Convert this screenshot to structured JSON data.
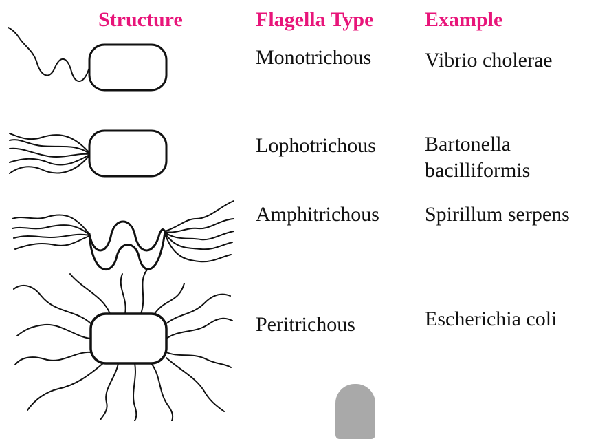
{
  "headers": {
    "structure": "Structure",
    "flagella_type": "Flagella Type",
    "example": "Example"
  },
  "rows": [
    {
      "type": "Monotrichous",
      "example": [
        "Vibrio cholerae"
      ]
    },
    {
      "type": "Lophotrichous",
      "example": [
        "Bartonella",
        "bacilliformis"
      ]
    },
    {
      "type": "Amphitrichous",
      "example": [
        "Spirillum serpens"
      ]
    },
    {
      "type": "Peritrichous",
      "example": [
        "Escherichia coli"
      ]
    }
  ],
  "colors": {
    "header": "#e8157a",
    "text": "#111111"
  },
  "icons": [
    "monotrichous-cell-icon",
    "lophotrichous-cell-icon",
    "amphitrichous-cell-icon",
    "peritrichous-cell-icon"
  ]
}
